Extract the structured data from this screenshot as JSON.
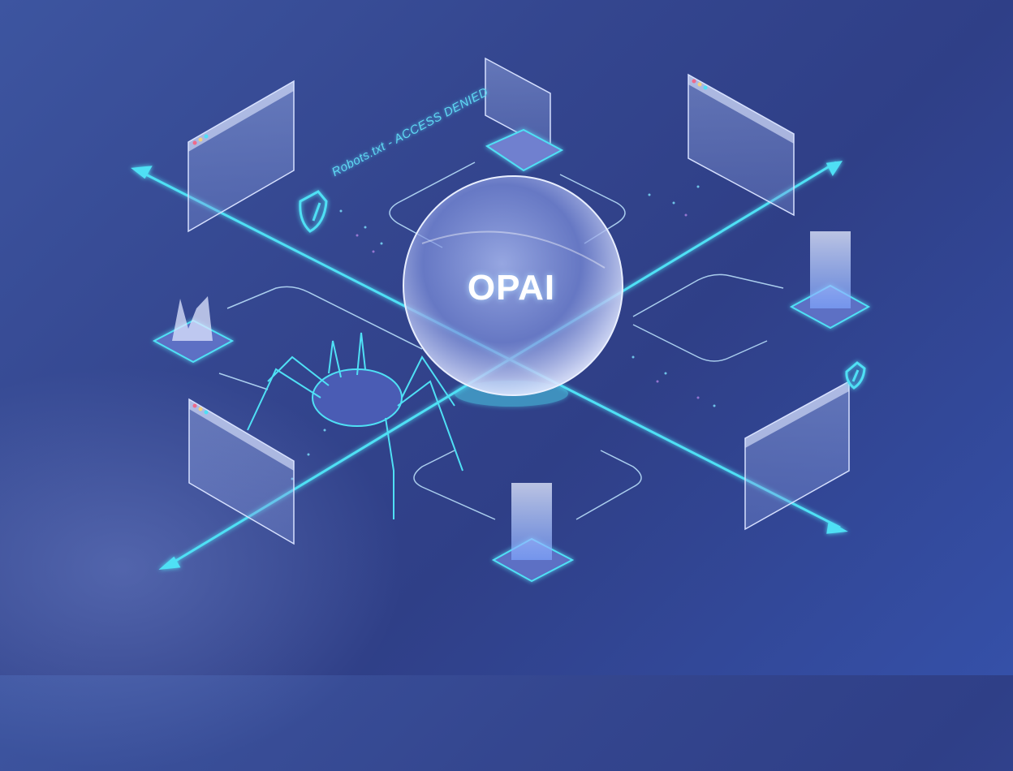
{
  "scene": {
    "title": "Web crawler blocked from AI data sphere",
    "sphere": {
      "label": "OPAI"
    },
    "access_label": {
      "text": "Robots.txt - ACCESS DENIED"
    },
    "colors": {
      "background_top_left": "#3d55a0",
      "background_bottom_right": "#3550a8",
      "accent_cyan": "#4fe0f5",
      "particle_purple": "#b080e0",
      "panel_fill": "#8fa4e0"
    },
    "panels": [
      {
        "id": "top-left",
        "position": "top-left"
      },
      {
        "id": "top-center",
        "position": "top-center-on-pedestal"
      },
      {
        "id": "top-right",
        "position": "top-right"
      },
      {
        "id": "bottom-left",
        "position": "bottom-left"
      },
      {
        "id": "bottom-right",
        "position": "bottom-right"
      }
    ],
    "servers": [
      {
        "id": "right-server",
        "position": "right"
      },
      {
        "id": "bottom-server",
        "position": "bottom-center"
      }
    ],
    "icons": [
      "shield-icon",
      "shield-icon",
      "crystal-cluster-icon",
      "spider-robot"
    ]
  }
}
